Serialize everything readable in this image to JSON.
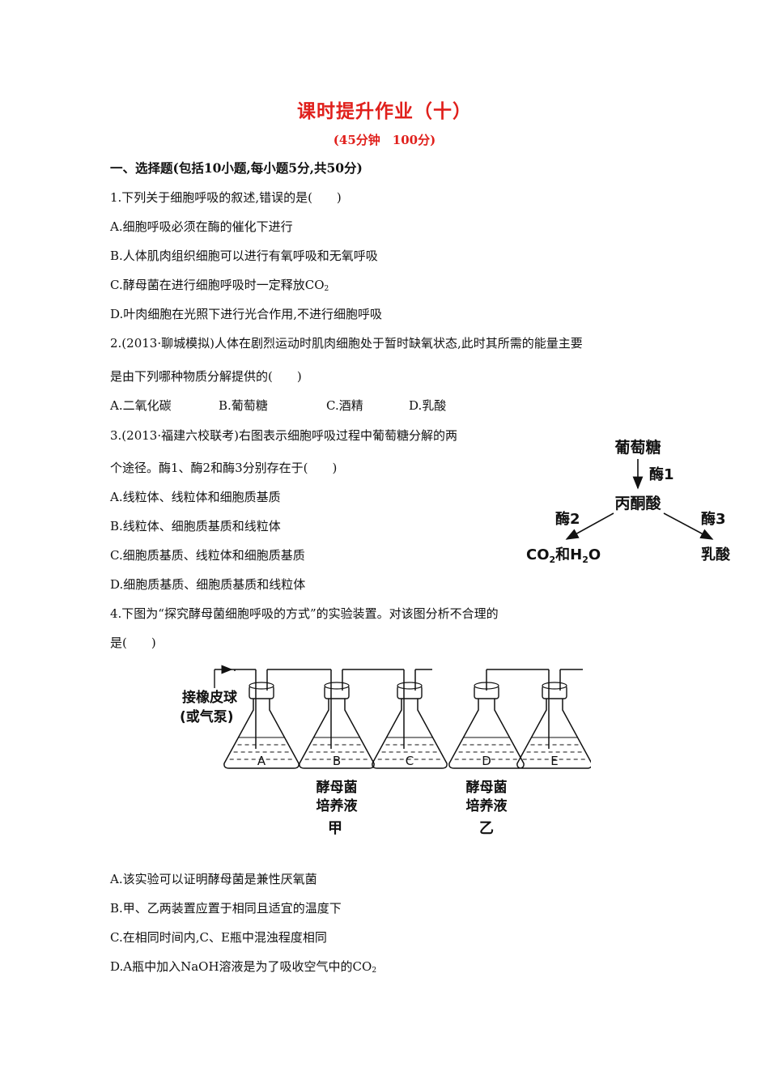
{
  "header": {
    "title": "课时提升作业（十）",
    "subtitle": "(45分钟　100分)"
  },
  "section1": {
    "heading": "一、选择题(包括10小题,每小题5分,共50分)"
  },
  "q1": {
    "stem": "1.下列关于细胞呼吸的叙述,错误的是(　　)",
    "a": "A.细胞呼吸必须在酶的催化下进行",
    "b": "B.人体肌肉组织细胞可以进行有氧呼吸和无氧呼吸",
    "c": "C.酵母菌在进行细胞呼吸时一定释放CO",
    "c_sub": "2",
    "d": "D.叶肉细胞在光照下进行光合作用,不进行细胞呼吸"
  },
  "q2": {
    "stem1": "2.(2013·聊城模拟)人体在剧烈运动时肌肉细胞处于暂时缺氧状态,此时其所需的能量主要",
    "stem2": "是由下列哪种物质分解提供的(　　)",
    "a": "A.二氧化碳",
    "b": "B.葡萄糖",
    "c": "C.酒精",
    "d": "D.乳酸"
  },
  "q3": {
    "stem1": "3.(2013·福建六校联考)右图表示细胞呼吸过程中葡萄糖分解的两",
    "stem2": "个途径。酶1、酶2和酶3分别存在于(　　)",
    "a": "A.线粒体、线粒体和细胞质基质",
    "b": "B.线粒体、细胞质基质和线粒体",
    "c": "C.细胞质基质、线粒体和细胞质基质",
    "d": "D.细胞质基质、细胞质基质和线粒体",
    "diagram": {
      "glucose": "葡萄糖",
      "enzyme1": "酶1",
      "pyruvate": "丙酮酸",
      "enzyme2": "酶2",
      "enzyme3": "酶3",
      "product_left_a": "CO",
      "product_left_b": "和H",
      "product_left_c": "O",
      "sub2": "2",
      "product_right": "乳酸"
    }
  },
  "q4": {
    "stem1": "4.下图为“探究酵母菌细胞呼吸的方式”的实验装置。对该图分析不合理的",
    "stem2": "是(　　)",
    "apparatus": {
      "pump_label1": "接橡皮球",
      "pump_label2": "(或气泵)",
      "flasks": [
        "A",
        "B",
        "C",
        "D",
        "E"
      ],
      "culture1": "酵母菌",
      "culture2": "培养液",
      "group_jia": "甲",
      "group_yi": "乙"
    },
    "a": "A.该实验可以证明酵母菌是兼性厌氧菌",
    "b": "B.甲、乙两装置应置于相同且适宜的温度下",
    "c": "C.在相同时间内,C、E瓶中混浊程度相同",
    "d": "D.A瓶中加入NaOH溶液是为了吸收空气中的CO",
    "d_sub": "2"
  }
}
